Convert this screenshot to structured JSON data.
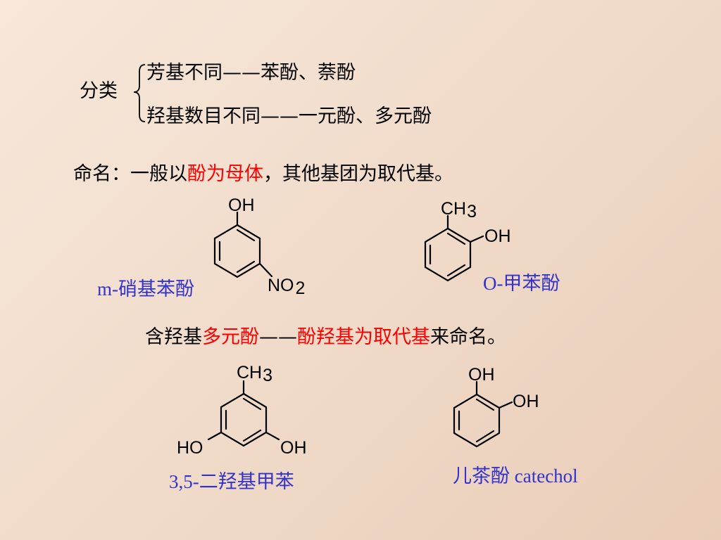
{
  "classification": {
    "label": "分类",
    "line1": "芳基不同——苯酚、萘酚",
    "line2": "羟基数目不同——一元酚、多元酚"
  },
  "naming": {
    "prefix": "命名：一般以",
    "highlight": "酚为母体",
    "suffix": "，其他基团为取代基。"
  },
  "polyphenol_rule": {
    "prefix": "含羟基",
    "highlight1": "多元酚",
    "dash": "——",
    "highlight2": "酚羟基为取代基",
    "suffix": "来命名。"
  },
  "compounds": {
    "m_nitrophenol": {
      "name": "m-硝基苯酚",
      "oh": "OH",
      "no2_main": "NO",
      "no2_sub": "2"
    },
    "o_cresol": {
      "name": "O-甲苯酚",
      "ch3_main": "CH",
      "ch3_sub": "3",
      "oh": "OH"
    },
    "dihydroxytoluene": {
      "name": "3,5-二羟基甲苯",
      "ch3_main": "CH",
      "ch3_sub": "3",
      "ho_left": "HO",
      "oh_right": "OH"
    },
    "catechol": {
      "name": "儿茶酚 catechol",
      "oh_top": "OH",
      "oh_right": "OH"
    }
  },
  "colors": {
    "highlight": "#ff0000",
    "compound_name": "#3333cc",
    "background": "#f1dccb"
  }
}
